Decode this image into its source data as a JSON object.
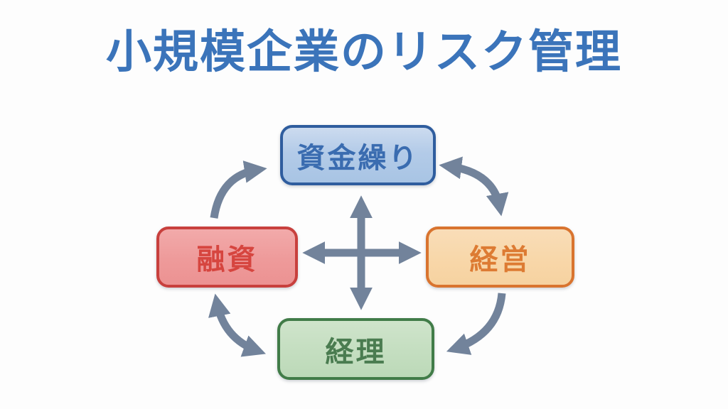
{
  "title": {
    "text": "小規模企業のリスク管理",
    "color": "#3b74ba"
  },
  "nodes": [
    {
      "id": "cash-flow",
      "label": "資金繰り",
      "position": "top",
      "fill": "#b3cbe8",
      "border": "#2f5d9e",
      "text_color": "#3a6cb0"
    },
    {
      "id": "financing",
      "label": "融資",
      "position": "left",
      "fill": "#ee9a9a",
      "border": "#c8403d",
      "text_color": "#d6453f"
    },
    {
      "id": "management",
      "label": "経営",
      "position": "right",
      "fill": "#f8d7a9",
      "border": "#d9742f",
      "text_color": "#dd7b33"
    },
    {
      "id": "accounting",
      "label": "経理",
      "position": "bottom",
      "fill": "#c4dec0",
      "border": "#417c48",
      "text_color": "#4a7c50"
    }
  ],
  "arrows": {
    "color": "#72839B",
    "connections": [
      {
        "from": "融資",
        "to": "資金繰り",
        "style": "curved",
        "heads": "single"
      },
      {
        "from": "資金繰り",
        "to": "経営",
        "style": "curved",
        "heads": "double"
      },
      {
        "from": "経営",
        "to": "経理",
        "style": "curved",
        "heads": "single"
      },
      {
        "from": "融資",
        "to": "経理",
        "style": "curved",
        "heads": "double"
      },
      {
        "from": "center",
        "to": "all-four-nodes",
        "style": "cross",
        "heads": "four-way"
      }
    ]
  }
}
